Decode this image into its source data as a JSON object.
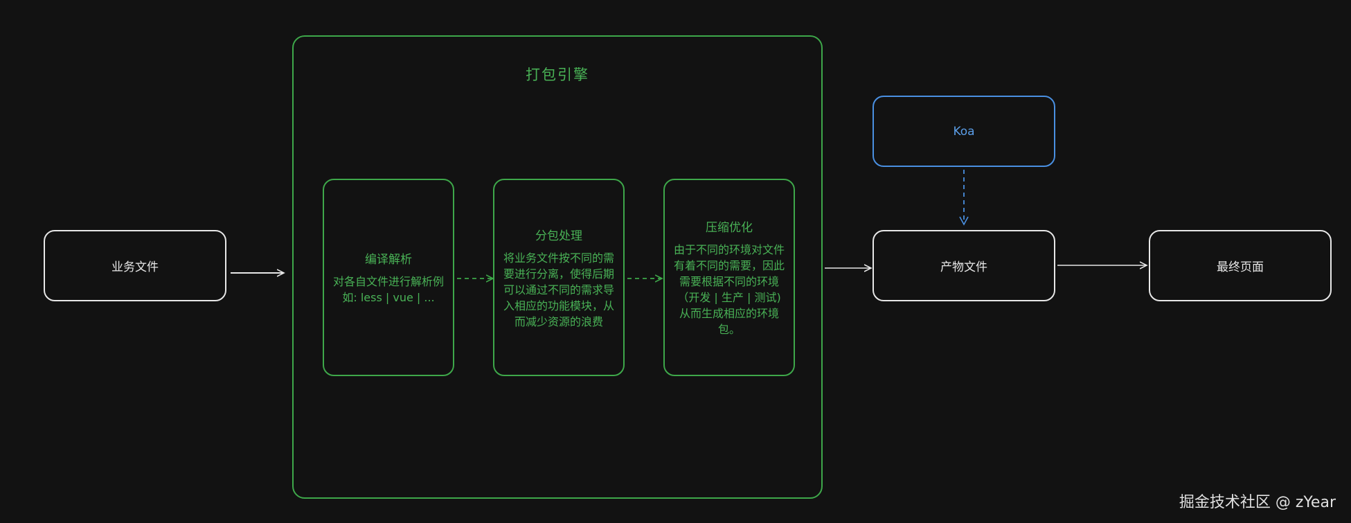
{
  "nodes": {
    "business_files": "业务文件",
    "engine_title": "打包引擎",
    "compile": {
      "title": "编译解析",
      "desc": "对各自文件进行解析例如: less | vue | ..."
    },
    "split": {
      "title": "分包处理",
      "desc": "将业务文件按不同的需要进行分离，使得后期可以通过不同的需求导入相应的功能模块，从而减少资源的浪费"
    },
    "compress": {
      "title": "压缩优化",
      "desc": "由于不同的环境对文件有着不同的需要，因此需要根据不同的环境（开发 | 生产 | 测试) 从而生成相应的环境包。"
    },
    "koa": "Koa",
    "artifact": "产物文件",
    "final_page": "最终页面"
  },
  "watermark": "掘金技术社区 @ zYear",
  "colors": {
    "background": "#121212",
    "white_stroke": "#e8e8e8",
    "green_stroke": "#3ea84a",
    "blue_stroke": "#4a90e2"
  }
}
